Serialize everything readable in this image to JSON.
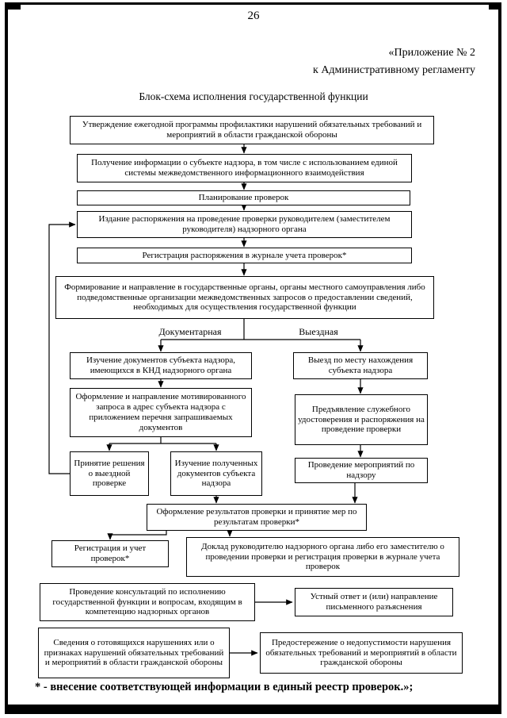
{
  "page": {
    "number": "26",
    "annex": {
      "line1": "«Приложение № 2",
      "line2": "к Административному регламенту"
    },
    "title": "Блок-схема исполнения государственной функции",
    "footnote": "* - внесение соответствующей информации в единый реестр проверок.»;"
  },
  "colors": {
    "ink": "#000000",
    "paper": "#ffffff"
  },
  "flowchart": {
    "branch_labels": {
      "left": "Документарная",
      "right": "Выездная"
    },
    "nodes": {
      "approve_program": "Утверждение ежегодной программы профилактики нарушений обязательных требований и мероприятий в области гражданской обороны",
      "receive_info": "Получение информации о субъекте надзора, в том числе с использованием единой системы межведомственного информационного взаимодействия",
      "planning": "Планирование проверок",
      "issue_order": "Издание распоряжения на проведение проверки руководителем (заместителем руководителя) надзорного органа",
      "register_order": "Регистрация распоряжения в журнале учета проверок*",
      "form_requests": "Формирование и направление в государственные органы, органы местного самоуправления либо подведомственные организации межведомственных запросов о предоставлении сведений, необходимых для осуществления государственной функции",
      "study_documents": "Изучение документов субъекта надзора, имеющихся в КНД надзорного органа",
      "onsite_visit": "Выезд по месту нахождения субъекта надзора",
      "motivated_request": "Оформление и направление мотивированного запроса в адрес субъекта надзора с приложением перечня запрашиваемых документов",
      "show_id": "Предъявление служебного удостоверения и распоряжения на проведение проверки",
      "decide_onsite": "Принятие решения о выездной проверке",
      "study_received": "Изучение полученных документов субъекта надзора",
      "conduct_measures": "Проведение мероприятий по надзору",
      "results": "Оформление результатов проверки и принятие мер по результатам проверки*",
      "register_checks": "Регистрация и учет проверок*",
      "report": "Доклад руководителю надзорного органа либо его заместителю о проведении проверки и регистрация проверки в журнале учета проверок",
      "consultations": "Проведение консультаций по исполнению государственной функции и вопросам, входящим в компетенцию надзорных органов",
      "oral_answer": "Устный ответ и (или) направление письменного разъяснения",
      "info_violations": "Сведения о готовящихся нарушениях или о признаках нарушений обязательных требований и мероприятий в области гражданской обороны",
      "warning": "Предостережение о недопустимости нарушения обязательных требований и мероприятий в области гражданской обороны"
    }
  }
}
